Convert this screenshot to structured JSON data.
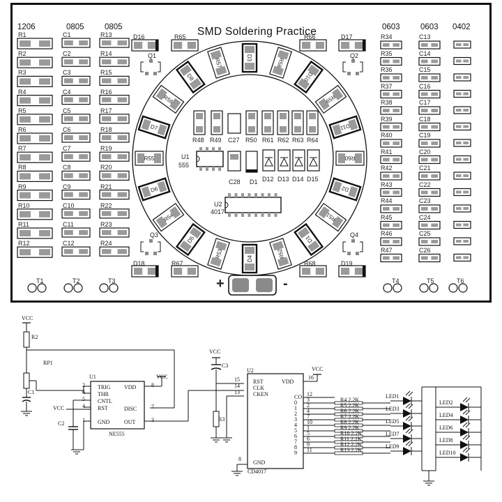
{
  "pcb": {
    "title": "SMD Soldering Practice",
    "column_headers": [
      "1206",
      "0805",
      "0805",
      "0603",
      "0603",
      "0402"
    ],
    "columns": [
      [
        "R1",
        "R2",
        "R3",
        "R4",
        "R5",
        "R6",
        "R7",
        "R8",
        "R9",
        "R10",
        "R11",
        "R12"
      ],
      [
        "C1",
        "C2",
        "C3",
        "C4",
        "C5",
        "C6",
        "C7",
        "C8",
        "C9",
        "C10",
        "C11",
        "C12"
      ],
      [
        "R13",
        "R14",
        "R15",
        "R16",
        "R17",
        "R18",
        "R19",
        "R20",
        "R21",
        "R22",
        "R23",
        "R24"
      ],
      [
        "R34",
        "R35",
        "R36",
        "R37",
        "R38",
        "R39",
        "R40",
        "R41",
        "R42",
        "R43",
        "R44",
        "R45",
        "R46",
        "R47"
      ],
      [
        "C13",
        "C14",
        "C15",
        "C16",
        "C17",
        "C18",
        "C19",
        "C20",
        "C21",
        "C22",
        "C23",
        "C24",
        "C25",
        "C26"
      ]
    ],
    "ring_labels": [
      "D3",
      "R58",
      "D10",
      "R59",
      "D11",
      "R60",
      "D2",
      "R51",
      "D1",
      "R52",
      "D4",
      "R53",
      "D5",
      "R54",
      "D6",
      "R55",
      "D7",
      "R56",
      "D8",
      "R57"
    ],
    "corner_labels": {
      "d16": "D16",
      "r65": "R65",
      "r66": "R66",
      "d17": "D17",
      "q1": "Q1",
      "q2": "Q2",
      "q3": "Q3",
      "q4": "Q4",
      "d18": "D18",
      "r67": "R67",
      "r68": "R68",
      "d19": "D19"
    },
    "inner_labels": {
      "r48": "R48",
      "r49": "R49",
      "c27": "C27",
      "r50": "R50",
      "r61": "R61",
      "r62": "R62",
      "r63": "R63",
      "r64": "R64",
      "u1": "U1",
      "u1_part": "555",
      "c28": "C28",
      "d1": "D1",
      "d12": "D12",
      "d13": "D13",
      "d14": "D14",
      "d15": "D15",
      "u2": "U2",
      "u2_part": "4017"
    },
    "test_points": [
      "T1",
      "T2",
      "T3",
      "T4",
      "T5",
      "T6"
    ],
    "battery": {
      "plus": "+",
      "minus": "-"
    }
  },
  "schematic": {
    "vcc": "VCC",
    "r2": "R2",
    "rp1": "RP1",
    "c1": "C1",
    "c2": "C2",
    "u1": {
      "ref": "U1",
      "part": "NE555",
      "pins": [
        "TRIG",
        "THR",
        "CNTL",
        "RST",
        "GND",
        "VDD",
        "DISC",
        "OUT"
      ],
      "pin_numbers": [
        "2",
        "6",
        "5",
        "4",
        "1",
        "8",
        "7",
        "3"
      ]
    },
    "c3": "C3",
    "r3": "R3",
    "u2": {
      "ref": "U2",
      "part": "CD4017",
      "left_pins": [
        "RST",
        "CLK",
        "CKEN"
      ],
      "left_pin_numbers": [
        "15",
        "14",
        "13"
      ],
      "vdd": "VDD",
      "vdd_pin": "16",
      "gnd": "GND",
      "gnd_pin": "8",
      "outputs": [
        "CO",
        "0",
        "1",
        "2",
        "3",
        "4",
        "5",
        "6",
        "7",
        "8",
        "9"
      ],
      "output_pin_numbers": [
        "12",
        "3",
        "2",
        "4",
        "7",
        "10",
        "1",
        "5",
        "6",
        "9",
        "11"
      ]
    },
    "resistors": [
      "R4 2.2K",
      "R5 2.2K",
      "R6 2.2K",
      "R7 2.2K",
      "R8 2.2K",
      "R9 2.2K",
      "R10 2.2K",
      "R11 2.2K",
      "R12 2.2K",
      "R13 2.2K"
    ],
    "leds_left": [
      "LED1",
      "LED3",
      "LED5",
      "LED7",
      "LED9"
    ],
    "leds_right": [
      "LED2",
      "LED4",
      "LED6",
      "LED8",
      "LED10"
    ]
  }
}
